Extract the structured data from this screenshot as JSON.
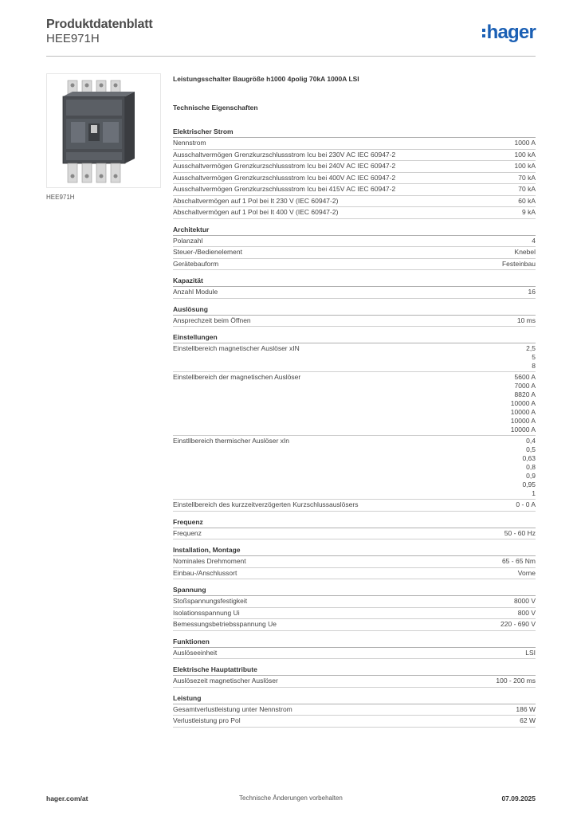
{
  "header": {
    "title": "Produktdatenblatt",
    "code": "HEE971H",
    "logo": "hager"
  },
  "product": {
    "image_caption": "HEE971H",
    "name": "Leistungsschalter Baugröße h1000 4polig 70kA 1000A LSI",
    "tech_props_title": "Technische Eigenschaften"
  },
  "sections": [
    {
      "title": "Elektrischer Strom",
      "rows": [
        {
          "label": "Nennstrom",
          "values": [
            "1000 A"
          ]
        },
        {
          "label": "Ausschaltvermögen Grenzkurzschlussstrom Icu bei 230V AC IEC 60947-2",
          "values": [
            "100 kA"
          ]
        },
        {
          "label": "Ausschaltvermögen Grenzkurzschlussstrom Icu bei 240V AC IEC 60947-2",
          "values": [
            "100 kA"
          ]
        },
        {
          "label": "Ausschaltvermögen Grenzkurzschlussstrom Icu bei 400V AC IEC 60947-2",
          "values": [
            "70 kA"
          ]
        },
        {
          "label": "Ausschaltvermögen Grenzkurzschlussstrom Icu bei 415V AC IEC 60947-2",
          "values": [
            "70 kA"
          ]
        },
        {
          "label": "Abschaltvermögen auf 1 Pol bei It 230 V (IEC 60947-2)",
          "values": [
            "60 kA"
          ]
        },
        {
          "label": "Abschaltvermögen auf 1 Pol bei It 400 V (IEC 60947-2)",
          "values": [
            "9 kA"
          ]
        }
      ]
    },
    {
      "title": "Architektur",
      "rows": [
        {
          "label": "Polanzahl",
          "values": [
            "4"
          ]
        },
        {
          "label": "Steuer-/Bedienelement",
          "values": [
            "Knebel"
          ]
        },
        {
          "label": "Gerätebauform",
          "values": [
            "Festeinbau"
          ]
        }
      ]
    },
    {
      "title": "Kapazität",
      "rows": [
        {
          "label": "Anzahl Module",
          "values": [
            "16"
          ]
        }
      ]
    },
    {
      "title": "Auslösung",
      "rows": [
        {
          "label": "Ansprechzeit beim Öffnen",
          "values": [
            "10 ms"
          ]
        }
      ]
    },
    {
      "title": "Einstellungen",
      "rows": [
        {
          "label": "Einstellbereich magnetischer Auslöser xIN",
          "values": [
            "2,5",
            "5",
            "8"
          ]
        },
        {
          "label": "Einstellbereich der magnetischen Auslöser",
          "values": [
            "5600 A",
            "7000 A",
            "8820 A",
            "10000 A",
            "10000 A",
            "10000 A",
            "10000 A"
          ]
        },
        {
          "label": "Einstllbereich thermischer Auslöser xIn",
          "values": [
            "0,4",
            "0,5",
            "0,63",
            "0,8",
            "0,9",
            "0,95",
            "1"
          ]
        },
        {
          "label": "Einstellbereich des kurzzeitverzögerten Kurzschlussauslösers",
          "values": [
            "0 - 0 A"
          ]
        }
      ]
    },
    {
      "title": "Frequenz",
      "rows": [
        {
          "label": "Frequenz",
          "values": [
            "50 - 60 Hz"
          ]
        }
      ]
    },
    {
      "title": "Installation, Montage",
      "rows": [
        {
          "label": "Nominales Drehmoment",
          "values": [
            "65 - 65 Nm"
          ]
        },
        {
          "label": "Einbau-/Anschlussort",
          "values": [
            "Vorne"
          ]
        }
      ]
    },
    {
      "title": "Spannung",
      "rows": [
        {
          "label": "Stoßspannungsfestigkeit",
          "values": [
            "8000 V"
          ]
        },
        {
          "label": "Isolationsspannung Ui",
          "values": [
            "800 V"
          ]
        },
        {
          "label": "Bemessungsbetriebsspannung Ue",
          "values": [
            "220 - 690 V"
          ]
        }
      ]
    },
    {
      "title": "Funktionen",
      "rows": [
        {
          "label": "Auslöseeinheit",
          "values": [
            "LSI"
          ]
        }
      ]
    },
    {
      "title": "Elektrische Hauptattribute",
      "rows": [
        {
          "label": "Auslösezeit magnetischer Auslöser",
          "values": [
            "100 - 200 ms"
          ]
        }
      ]
    },
    {
      "title": "Leistung",
      "rows": [
        {
          "label": "Gesamtverlustleistung unter Nennstrom",
          "values": [
            "186 W"
          ]
        },
        {
          "label": "Verlustleistung pro Pol",
          "values": [
            "62 W"
          ]
        }
      ]
    }
  ],
  "footer": {
    "website": "hager.com/at",
    "note": "Technische Änderungen vorbehalten",
    "date": "07.09.2025"
  },
  "colors": {
    "brand": "#1a5fb4",
    "text": "#333333",
    "rule": "#b0b0b0"
  }
}
